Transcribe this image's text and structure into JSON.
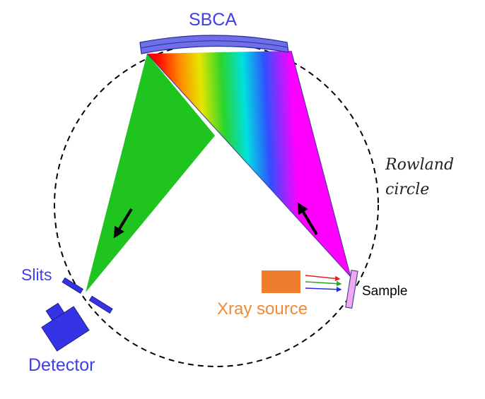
{
  "labels": {
    "analyzer": "SBCA",
    "rowland_line1": "Rowland",
    "rowland_line2": "circle",
    "slits": "Slits",
    "detector": "Detector",
    "sample": "Sample",
    "xray_source": "Xray source"
  },
  "colors": {
    "blue_label": "#3f3fe8",
    "orange_label": "#f08a33",
    "green_beam": "#1fc41f",
    "sample_fill": "#f0a8f0",
    "detector_fill": "#3434e6",
    "xray_source_fill": "#f07d2e",
    "ray_red": "#e52020",
    "ray_green": "#22a822",
    "ray_blue": "#2a2ae0"
  },
  "icons": {
    "direction_arrows": "arrow-icon"
  }
}
